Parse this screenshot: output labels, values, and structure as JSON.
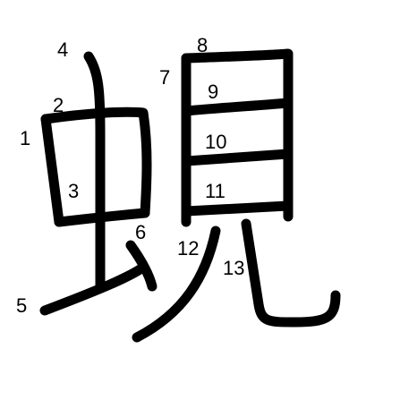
{
  "character": "蜆",
  "stroke_color": "#000000",
  "background_color": "#ffffff",
  "stroke_numbers": [
    "1",
    "2",
    "3",
    "4",
    "5",
    "6",
    "7",
    "8",
    "9",
    "10",
    "11",
    "12",
    "13"
  ]
}
